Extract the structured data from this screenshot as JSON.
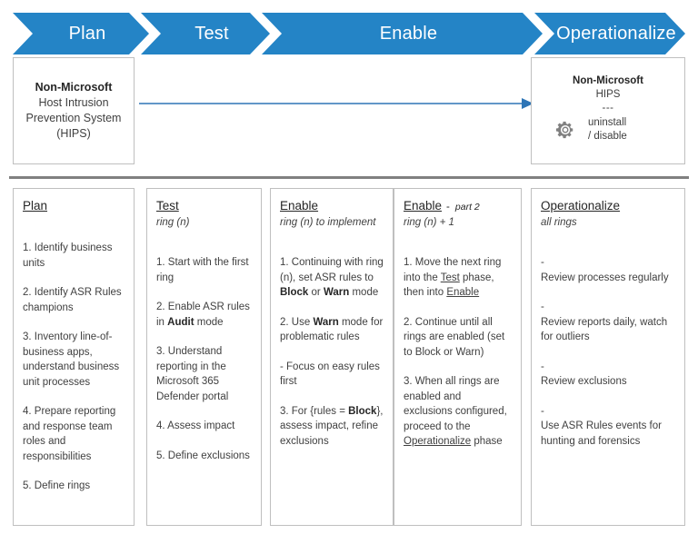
{
  "chevrons": [
    {
      "label": "Plan"
    },
    {
      "label": "Test"
    },
    {
      "label": "Enable"
    },
    {
      "label": "Operationalize"
    }
  ],
  "hips_left": {
    "line1": "Non-Microsoft",
    "line2": "Host Intrusion",
    "line3": "Prevention System",
    "line4": "(HIPS)"
  },
  "hips_right": {
    "title": "Non-Microsoft",
    "subtitle": "HIPS",
    "separator": "---",
    "icon": "gear-icon",
    "action_line1": "uninstall",
    "action_line2": "/ disable"
  },
  "arrow": {
    "name": "flow-arrow-right",
    "color": "#2E75B6"
  },
  "colors": {
    "chevron_blue": "#2484C6",
    "arrow_blue": "#2E75B6",
    "divider_gray": "#808080",
    "box_border": "#BFBFBF"
  },
  "columns": [
    {
      "title": "Plan",
      "suffix": "",
      "dash": "",
      "subtitle": "",
      "items": [
        "1. Identify business units",
        "2. Identify ASR Rules champions",
        "3. Inventory line-of-business apps, understand business unit processes",
        "4.  Prepare reporting and response team roles and responsibilities",
        "5. Define rings"
      ]
    },
    {
      "title": "Test",
      "suffix": "",
      "dash": "",
      "subtitle": "ring (n)",
      "items": [
        "1. Start with the first ring",
        "2. Enable ASR rules in <b>Audit</b> mode",
        "3. Understand reporting in the Microsoft 365 Defender portal",
        "4. Assess impact",
        "5. Define exclusions"
      ]
    },
    {
      "title": "Enable",
      "suffix": "",
      "dash": "",
      "subtitle": "ring (n) to implement",
      "items": [
        "1. Continuing with ring (n), set ASR rules to <b>Block</b> or <b>Warn</b> mode",
        "2. Use <b>Warn</b> mode for problematic rules",
        "- Focus on easy rules first",
        "3. For {rules = <b>Block</b>}, assess impact, refine exclusions"
      ]
    },
    {
      "title": "Enable",
      "suffix": "part 2",
      "dash": "-",
      "subtitle": "ring (n) + 1",
      "items": [
        "1. Move the next ring into the <u>Test</u> phase, then into <u>Enable</u>",
        "2. Continue until all rings are enabled (set to Block or Warn)",
        "3. When all rings are enabled and exclusions configured, proceed to the <u>Operationalize</u> phase"
      ]
    },
    {
      "title": "Operationalize",
      "suffix": "",
      "dash": "",
      "subtitle": "all rings",
      "items": [
        "-<br>Review processes regularly",
        "-<br>Review reports daily, watch for outliers",
        "-<br>Review exclusions",
        "-<br>Use ASR Rules events for hunting and forensics"
      ]
    }
  ]
}
